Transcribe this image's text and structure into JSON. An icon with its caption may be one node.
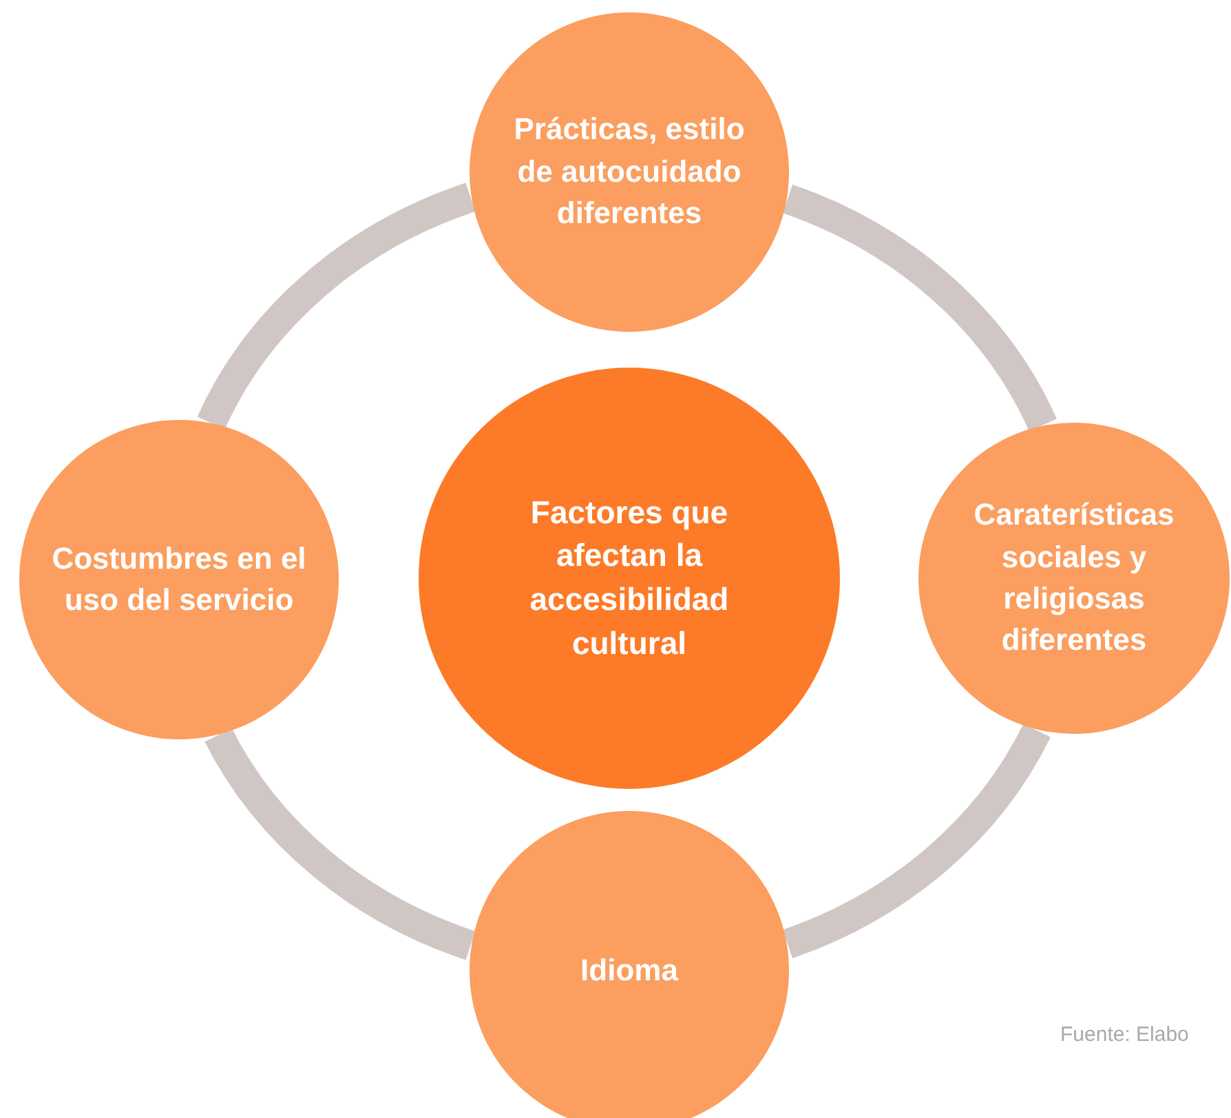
{
  "diagram": {
    "nodes": [
      {
        "text": [
          "Prácticas, estilo de autocuidado diferentes"
        ]
      },
      {
        "text": [
          "Costumbres en el uso del servicio"
        ]
      },
      {
        "text": [
          "Factores que afectan la accesibilidad cultural"
        ]
      },
      {
        "text": [
          "Caraterísticas sociales y religiosas diferentes"
        ]
      },
      {
        "text": [
          "Idioma"
        ]
      }
    ],
    "edges": [
      {
        "from": 0,
        "to": 3,
        "arrow": "none"
      },
      {
        "from": 3,
        "to": 4,
        "arrow": "none"
      },
      {
        "from": 4,
        "to": 1,
        "arrow": "none"
      },
      {
        "from": 1,
        "to": 0,
        "arrow": "none"
      }
    ],
    "labels": [
      "Fuente: Elabo"
    ]
  }
}
